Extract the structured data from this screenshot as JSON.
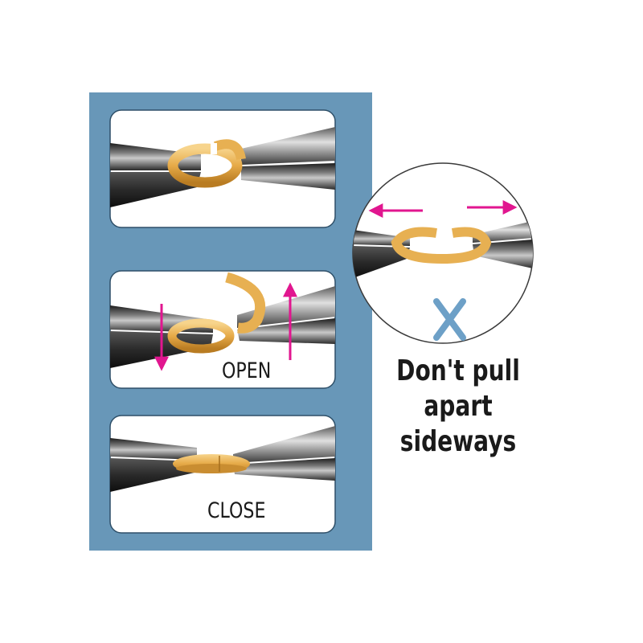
{
  "colors": {
    "frame": "#6897b8",
    "ring": "#e7b052",
    "arrow": "#e1168f",
    "cross": "#6da0c7"
  },
  "panels": [
    {
      "label": ""
    },
    {
      "label": "OPEN"
    },
    {
      "label": "CLOSE"
    }
  ],
  "warning": {
    "line1": "Don't pull",
    "line2": "apart sideways"
  },
  "icons": [
    "pliers",
    "jump-ring",
    "arrow",
    "cross-icon"
  ]
}
